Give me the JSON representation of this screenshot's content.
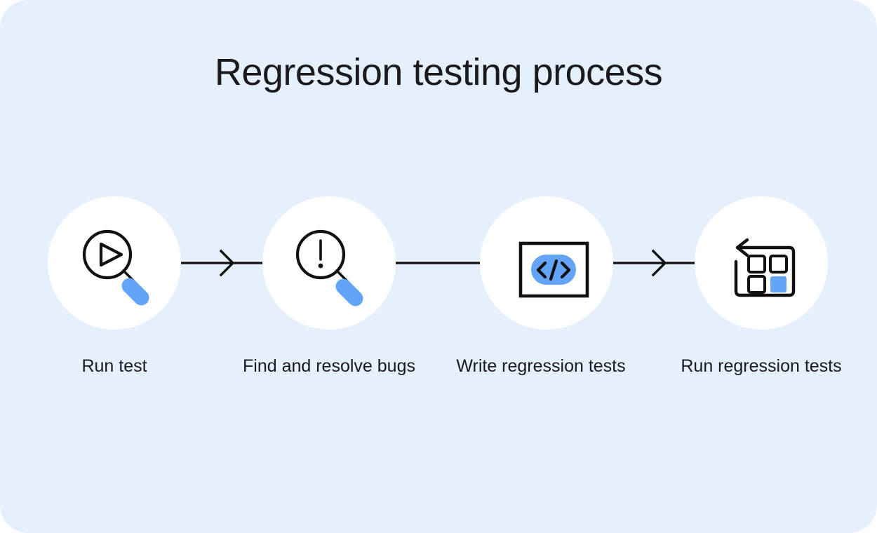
{
  "page": {
    "title": "Regression testing process",
    "background_color": "#ffffff",
    "card_color": "#e5f0fc",
    "accent_color": "#63a4f7",
    "ink_color": "#1b1b1f",
    "bubble_color": "#ffffff"
  },
  "diagram": {
    "type": "linear-process-flow",
    "step_count": 4,
    "steps": [
      {
        "index": 1,
        "label": "Run test",
        "icon": "magnifier-play-icon"
      },
      {
        "index": 2,
        "label": "Find and resolve bugs",
        "icon": "magnifier-alert-icon"
      },
      {
        "index": 3,
        "label": "Write regression tests",
        "icon": "code-window-icon"
      },
      {
        "index": 4,
        "label": "Run regression tests",
        "icon": "loop-grid-icon"
      }
    ],
    "connectors": [
      {
        "index": 1,
        "from": 1,
        "to": 2,
        "style": "arrow",
        "has_arrowhead": true
      },
      {
        "index": 2,
        "from": 2,
        "to": 3,
        "style": "line",
        "has_arrowhead": false
      },
      {
        "index": 3,
        "from": 3,
        "to": 4,
        "style": "arrow",
        "has_arrowhead": true
      }
    ]
  }
}
